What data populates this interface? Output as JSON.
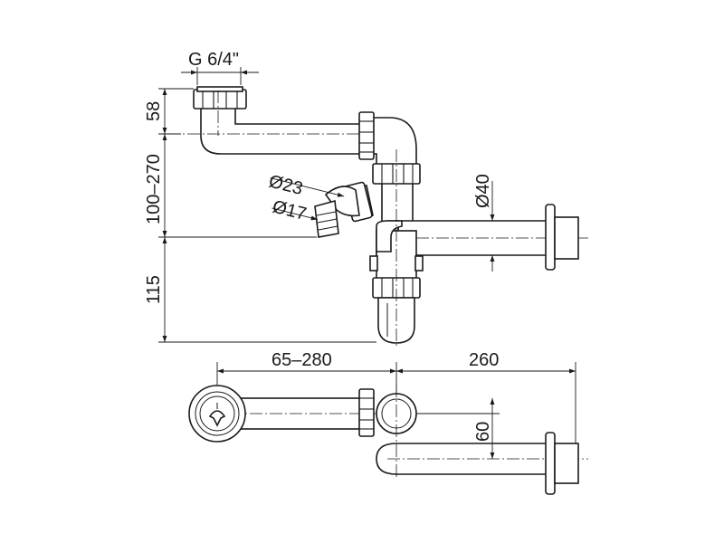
{
  "diagram": {
    "labels": {
      "thread": "G 6/4\"",
      "height_top": "58",
      "height_range": "100–270",
      "height_bottom": "115",
      "diam_d23": "Ø23",
      "diam_d17": "Ø17",
      "diam_d40": "Ø40",
      "width_range": "65–280",
      "width_fixed": "260",
      "offset_60": "60"
    }
  }
}
